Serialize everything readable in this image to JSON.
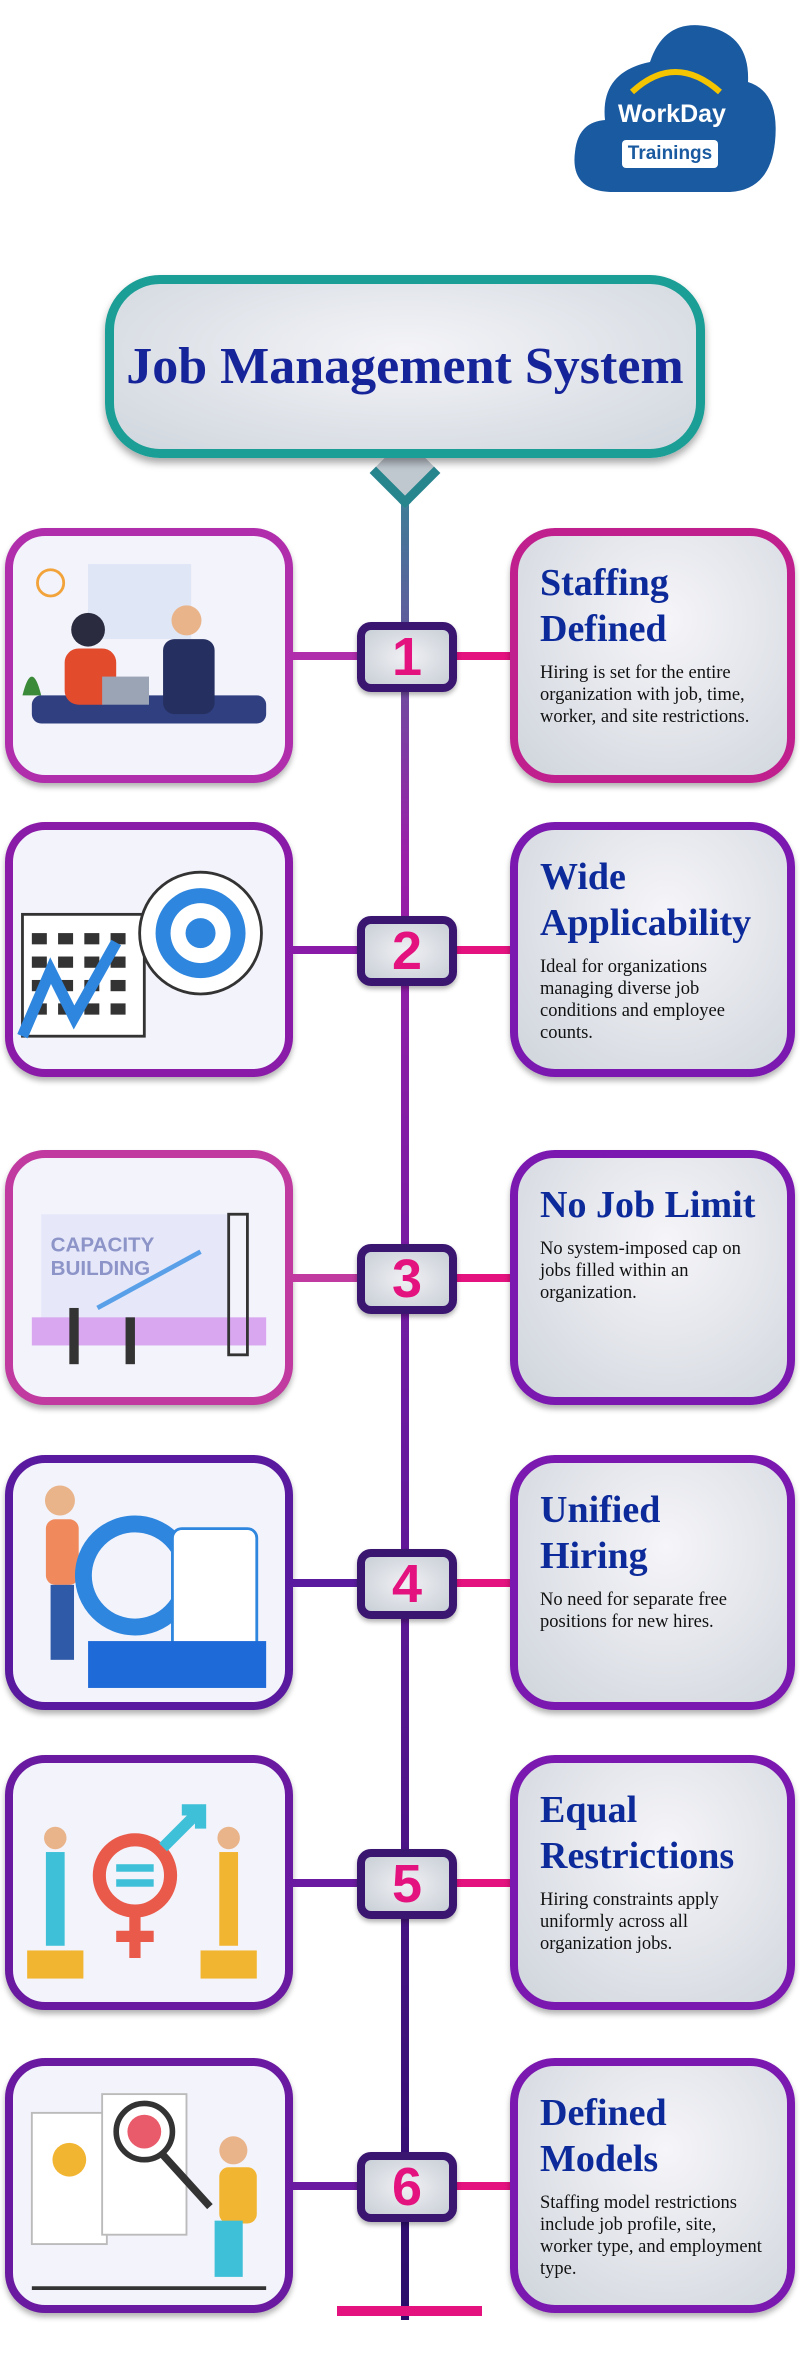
{
  "logo": {
    "brand": "WorkDay",
    "sub": "Trainings"
  },
  "title": "Job Management System",
  "colors": {
    "title_border": "#1a9e96",
    "heading": "#0c2a9a",
    "number": "#e3127e",
    "card_border": "#7a18b0"
  },
  "items": [
    {
      "number": "1",
      "heading": "Staffing Defined",
      "text": "Hiring is set for the entire organization with job, time, worker, and site restrictions.",
      "image": "office-meeting-illustration"
    },
    {
      "number": "2",
      "heading": "Wide Applicability",
      "text": "Ideal for organizations managing diverse job conditions and employee counts.",
      "image": "target-growth-illustration"
    },
    {
      "number": "3",
      "heading": "No Job Limit",
      "text": "No system-imposed cap on jobs filled within an organization.",
      "image": "capacity-building-illustration",
      "image_text": "CAPACITY BUILDING"
    },
    {
      "number": "4",
      "heading": "Unified Hiring",
      "text": "No need for separate free positions for new hires.",
      "image": "hiring-search-illustration"
    },
    {
      "number": "5",
      "heading": "Equal Restrictions",
      "text": "Hiring constraints apply uniformly across all organization jobs.",
      "image": "gender-equality-illustration"
    },
    {
      "number": "6",
      "heading": "Defined Models",
      "text": "Staffing model restrictions include job profile, site, worker type, and employment type.",
      "image": "profile-search-illustration"
    }
  ]
}
